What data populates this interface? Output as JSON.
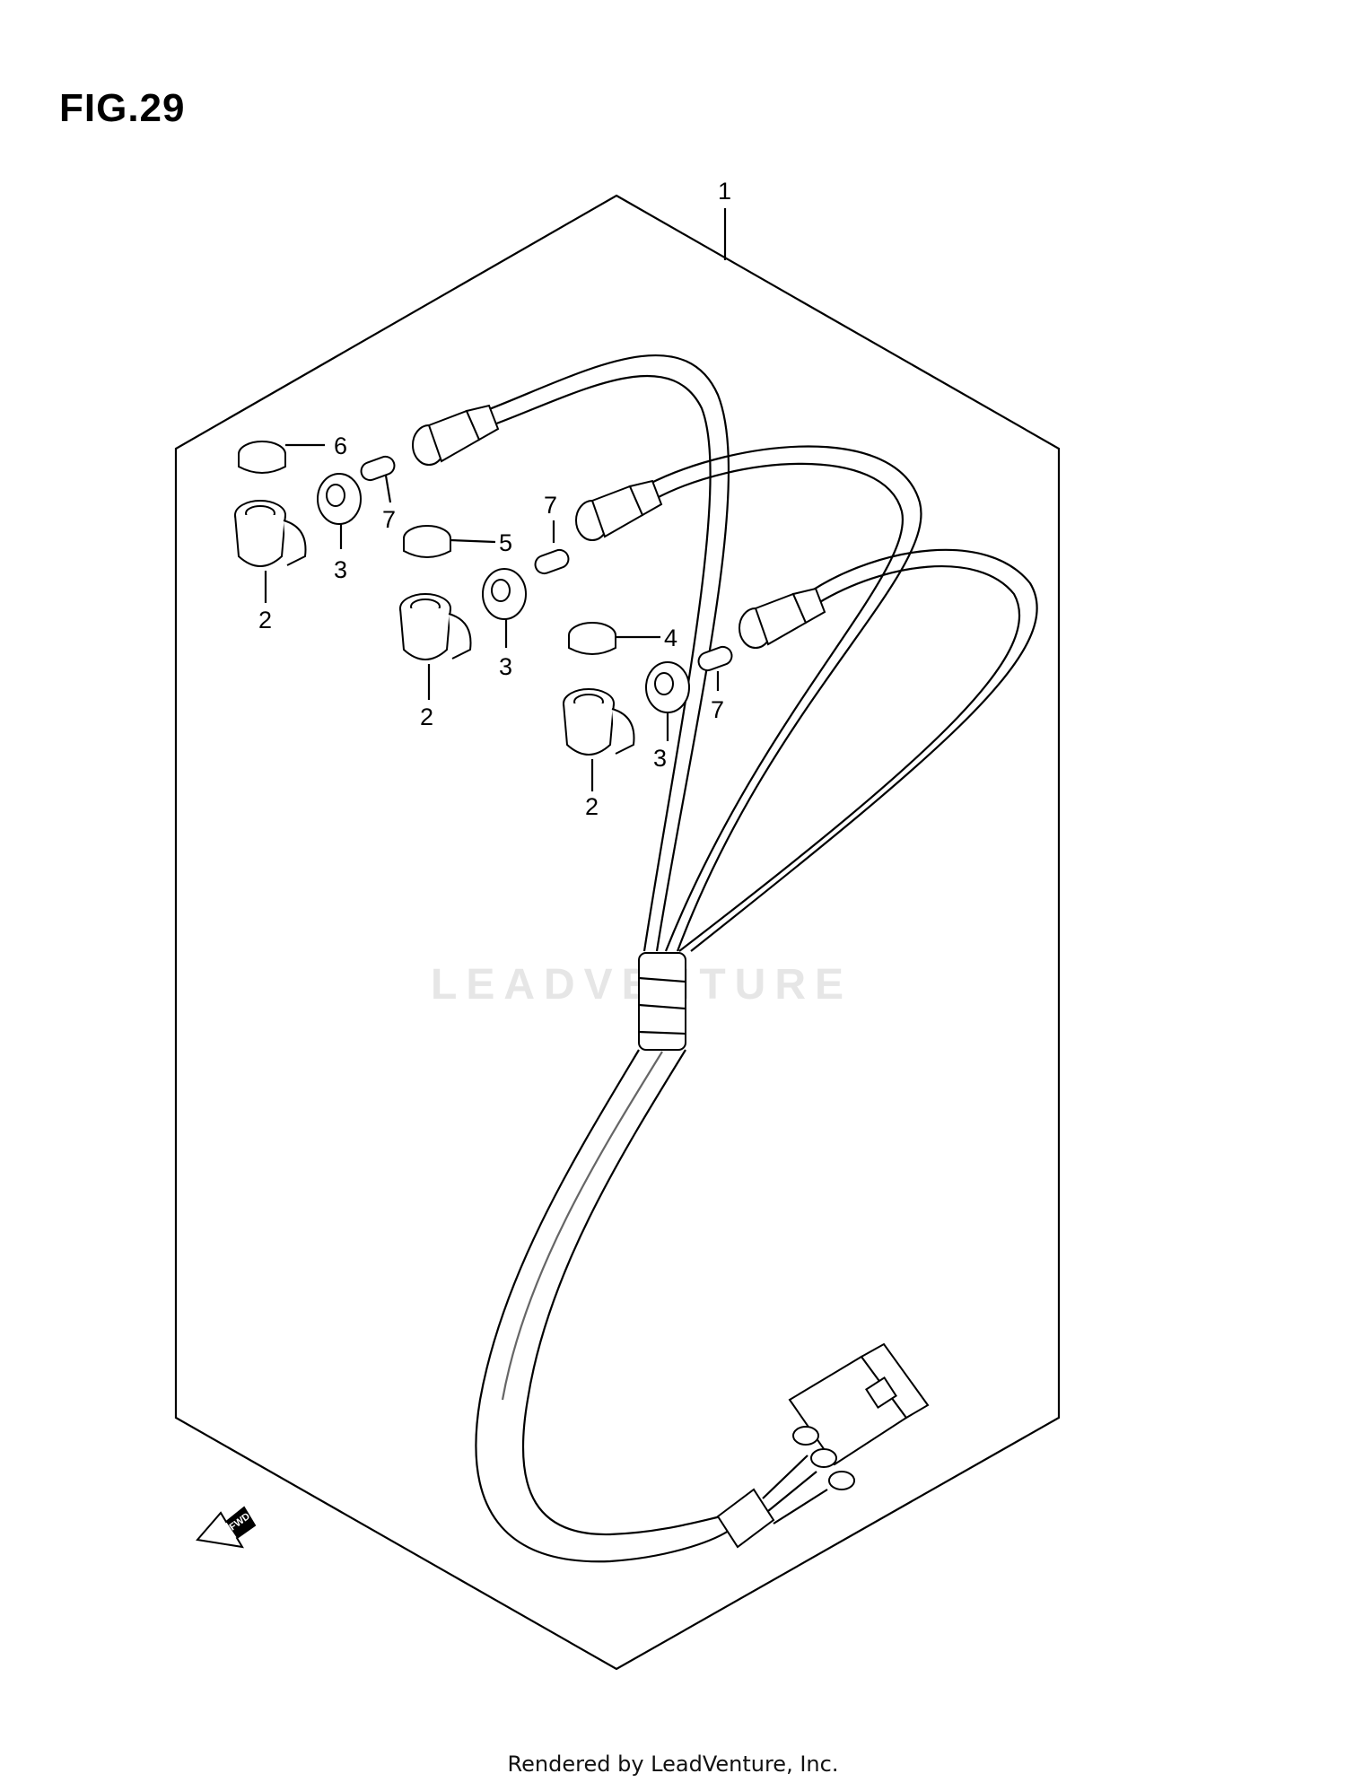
{
  "figure": {
    "title": "FIG.29"
  },
  "callouts": {
    "harness": "1",
    "socket_a": "2",
    "socket_b": "2",
    "socket_c": "2",
    "grommet_a": "3",
    "grommet_b": "3",
    "grommet_c": "3",
    "cap_4": "4",
    "cap_5": "5",
    "cap_6": "6",
    "bulb_a": "7",
    "bulb_b": "7",
    "bulb_c": "7"
  },
  "direction_marker": {
    "label": "FWD"
  },
  "watermark": {
    "text": "LEADVENTURE"
  },
  "footer": {
    "text": "Rendered by LeadVenture, Inc."
  }
}
